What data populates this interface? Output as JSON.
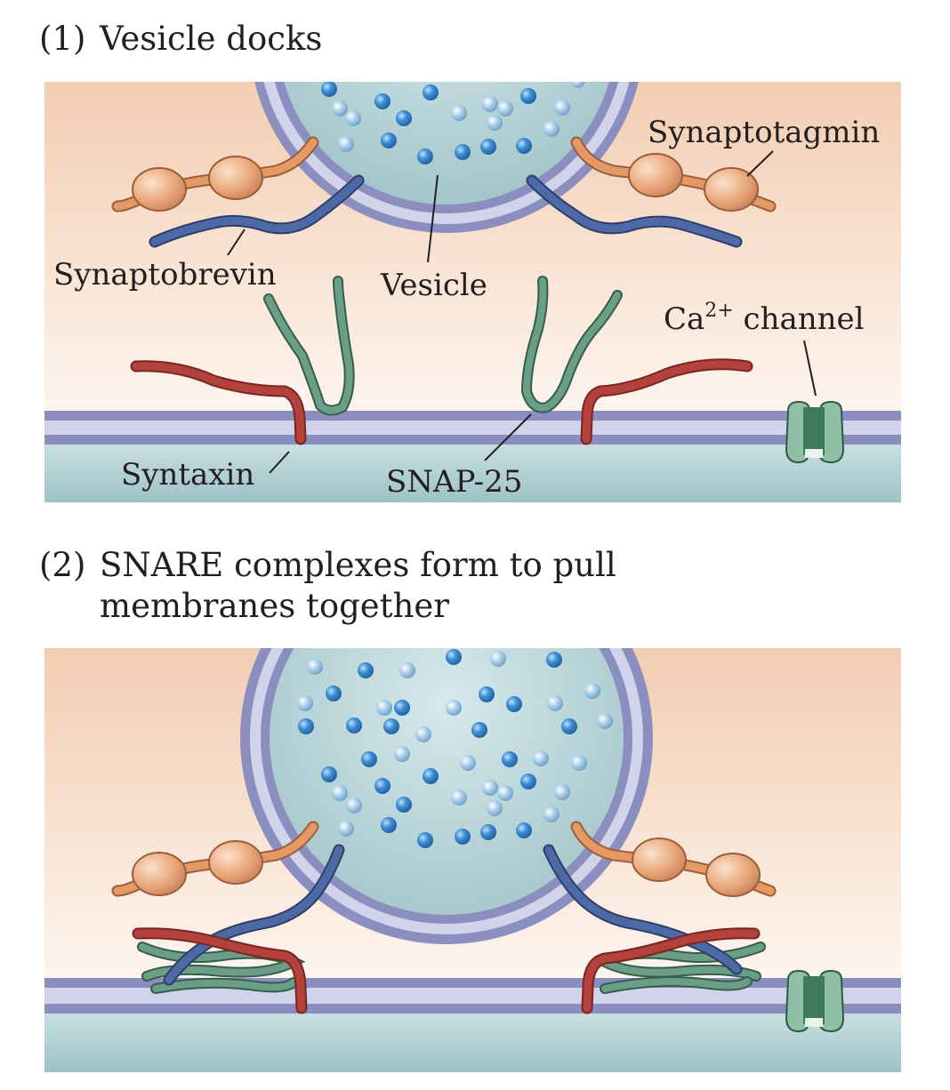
{
  "panel1": {
    "number": "(1)",
    "title": "Vesicle docks",
    "labels": {
      "synaptotagmin": "Synaptotagmin",
      "synaptobrevin": "Synaptobrevin",
      "vesicle": "Vesicle",
      "ca_channel_base": "Ca",
      "ca_channel_sup": "2+",
      "ca_channel_rest": " channel",
      "syntaxin": "Syntaxin",
      "snap25": "SNAP-25"
    }
  },
  "panel2": {
    "number": "(2)",
    "title_line1": "SNARE complexes form to pull",
    "title_line2": "membranes together"
  },
  "colors": {
    "cytoplasm_top": "#f2cdb2",
    "cytoplasm_bottom": "#fdf4ec",
    "extracellular": "#a7c9cd",
    "membrane_dark": "#8a8fbf",
    "membrane_light": "#d1d3ea",
    "vesicle_lumen": "#b9d8dc",
    "synaptobrevin": "#4e6aa6",
    "syntaxin": "#b3423d",
    "snap25": "#6b9e86",
    "synaptotagmin": "#e0996a",
    "ca_channel": "#3f7a5d"
  }
}
